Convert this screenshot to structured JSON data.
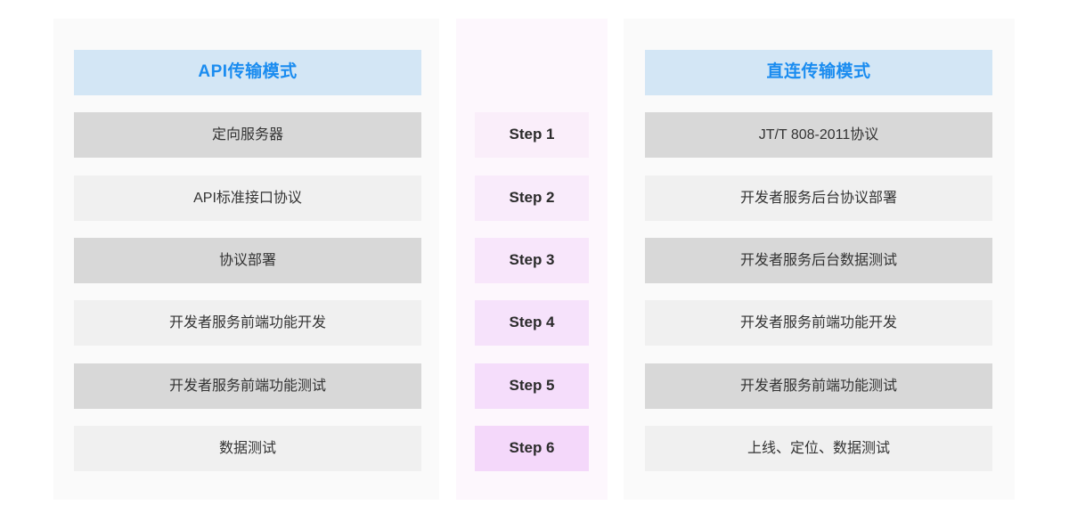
{
  "colors": {
    "page_background": "#ffffff",
    "panel_gray": "#fafafa",
    "panel_pink": "#fdf7fd",
    "header_background": "#d3e6f5",
    "header_text": "#1a8cf0",
    "row_dark": "#d8d8d8",
    "row_light": "#f0f0f0",
    "row_text": "#333333",
    "step_text": "#2b2b2b"
  },
  "left_column": {
    "header": "API传输模式",
    "rows": [
      {
        "label": "定向服务器",
        "tone": "dark"
      },
      {
        "label": "API标准接口协议",
        "tone": "light"
      },
      {
        "label": "协议部署",
        "tone": "dark"
      },
      {
        "label": "开发者服务前端功能开发",
        "tone": "light"
      },
      {
        "label": "开发者服务前端功能测试",
        "tone": "dark"
      },
      {
        "label": "数据测试",
        "tone": "light"
      }
    ]
  },
  "step_column": {
    "steps": [
      {
        "label": "Step 1",
        "background": "#faeefa"
      },
      {
        "label": "Step 2",
        "background": "#f9ebfb"
      },
      {
        "label": "Step 3",
        "background": "#f8e6fb"
      },
      {
        "label": "Step 4",
        "background": "#f6e2fb"
      },
      {
        "label": "Step 5",
        "background": "#f5ddfb"
      },
      {
        "label": "Step 6",
        "background": "#f4d8fa"
      }
    ]
  },
  "right_column": {
    "header": "直连传输模式",
    "rows": [
      {
        "label": "JT/T 808-2011协议",
        "tone": "dark"
      },
      {
        "label": "开发者服务后台协议部署",
        "tone": "light"
      },
      {
        "label": "开发者服务后台数据测试",
        "tone": "dark"
      },
      {
        "label": "开发者服务前端功能开发",
        "tone": "light"
      },
      {
        "label": "开发者服务前端功能测试",
        "tone": "dark"
      },
      {
        "label": "上线、定位、数据测试",
        "tone": "light"
      }
    ]
  }
}
